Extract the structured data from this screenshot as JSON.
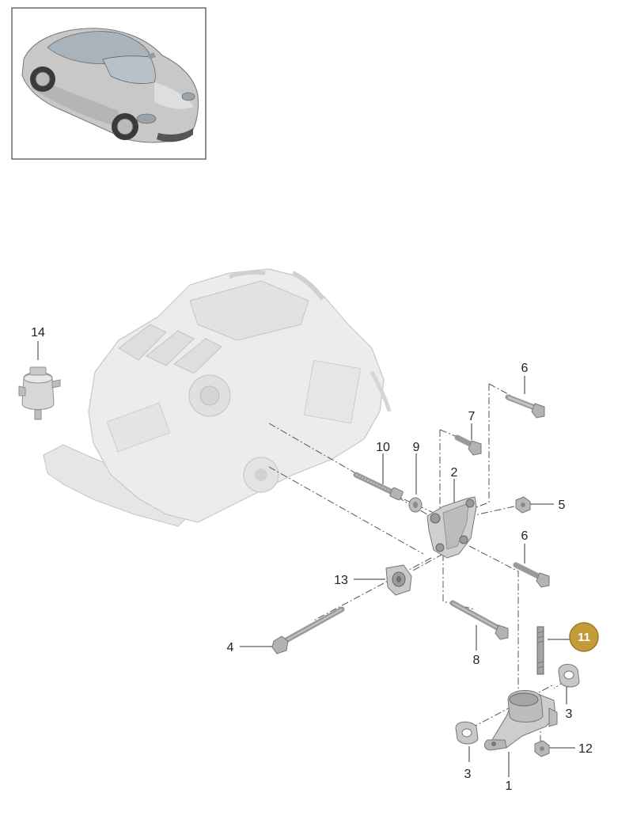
{
  "colors": {
    "highlight_fill": "#c39b3a",
    "highlight_stroke": "#9c7a22",
    "part_fill": "#d9d9d9",
    "part_dark": "#9e9e9e",
    "engine_fill": "#ececec",
    "line": "#555555",
    "frame": "#444444"
  },
  "thumbnail": {
    "icon": "car-thumbnail-icon"
  },
  "engine": {
    "icon": "engine-assembly-icon"
  },
  "callouts": [
    {
      "id": "c14",
      "label": "14"
    },
    {
      "id": "c6a",
      "label": "6"
    },
    {
      "id": "c7",
      "label": "7"
    },
    {
      "id": "c10",
      "label": "10"
    },
    {
      "id": "c9",
      "label": "9"
    },
    {
      "id": "c2",
      "label": "2"
    },
    {
      "id": "c5",
      "label": "5"
    },
    {
      "id": "c6b",
      "label": "6"
    },
    {
      "id": "c13",
      "label": "13"
    },
    {
      "id": "c4",
      "label": "4"
    },
    {
      "id": "c8",
      "label": "8"
    },
    {
      "id": "c11",
      "label": "11",
      "highlighted": true
    },
    {
      "id": "c3a",
      "label": "3"
    },
    {
      "id": "c3b",
      "label": "3"
    },
    {
      "id": "c12",
      "label": "12"
    },
    {
      "id": "c1",
      "label": "1"
    }
  ]
}
